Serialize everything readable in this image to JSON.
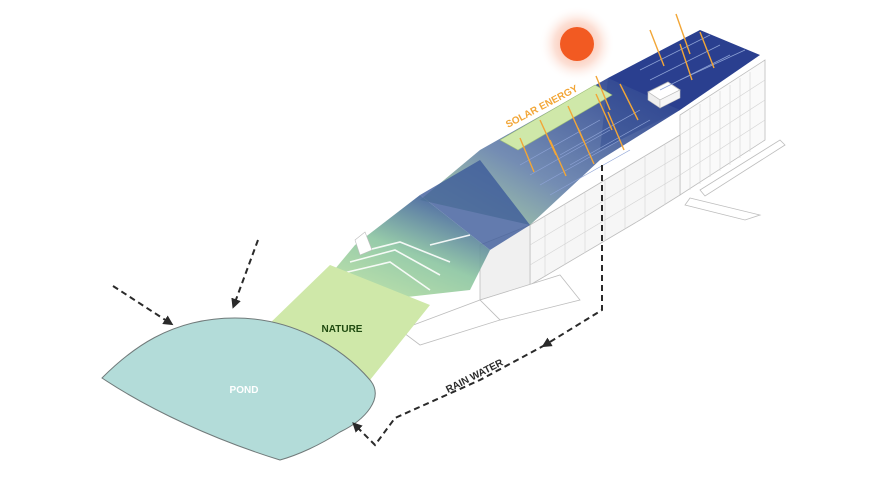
{
  "labels": {
    "pond": "POND",
    "nature": "NATURE",
    "solar": "SOLAR ENERGY",
    "rain": "RAIN WATER"
  },
  "colors": {
    "pond_fill": "#b3dcd9",
    "pond_stroke": "#707a7a",
    "nature_fill": "#cfe8a9",
    "nature_text": "#1f4a10",
    "roof_blue": "#2a3f8f",
    "sun": "#f25a22",
    "solar_text": "#f2a637",
    "ray": "#f2a637",
    "arrow": "#2a2a2a",
    "building_line": "#bdbdbd"
  }
}
